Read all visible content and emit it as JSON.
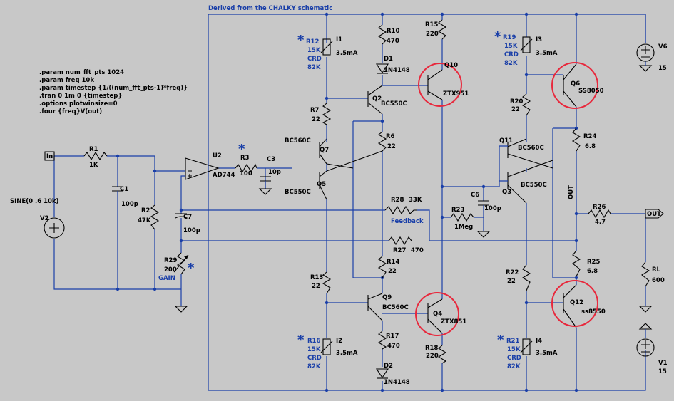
{
  "header": "Derived from the CHALKY schematic",
  "directives": [
    ".param num_fft_pts 1024",
    ".param freq 10k",
    ".param timestep {1/((num_fft_pts-1)*freq)}",
    ".tran 0 1m 0 {timestep}",
    ".options plotwinsize=0",
    ".four {freq}V(out)"
  ],
  "star": "*",
  "ports": {
    "in": "In",
    "out": "OUT",
    "out_net": "OUT"
  },
  "sources": {
    "v2": {
      "name": "V2",
      "value": "SINE(0 .6 10k)"
    },
    "v6": {
      "name": "V6",
      "value": "15"
    },
    "v1": {
      "name": "V1",
      "value": "15"
    }
  },
  "resistors": {
    "r1": {
      "name": "R1",
      "value": "1K"
    },
    "r2": {
      "name": "R2",
      "value": "47K"
    },
    "r3": {
      "name": "R3",
      "value": "100"
    },
    "r29": {
      "name": "R29",
      "value": "200",
      "extra": "GAIN"
    },
    "r7": {
      "name": "R7",
      "value": "22"
    },
    "r10": {
      "name": "R10",
      "value": "470"
    },
    "r6": {
      "name": "R6",
      "value": "22"
    },
    "r13": {
      "name": "R13",
      "value": "22"
    },
    "r14": {
      "name": "R14",
      "value": "22"
    },
    "r17": {
      "name": "R17",
      "value": "470"
    },
    "r15": {
      "name": "R15",
      "value": "220"
    },
    "r18": {
      "name": "R18",
      "value": "220"
    },
    "r28": {
      "name": "R28",
      "value": "33K",
      "extra": "Feedback"
    },
    "r27": {
      "name": "R27",
      "value": "470"
    },
    "r23": {
      "name": "R23",
      "value": "1Meg"
    },
    "r20": {
      "name": "R20",
      "value": "22"
    },
    "r22": {
      "name": "R22",
      "value": "22"
    },
    "r24": {
      "name": "R24",
      "value": "6.8"
    },
    "r25": {
      "name": "R25",
      "value": "6.8"
    },
    "r26": {
      "name": "R26",
      "value": "4.7"
    },
    "rl": {
      "name": "RL",
      "value": "600"
    }
  },
  "crd": {
    "r12": {
      "name": "R12",
      "l1": "15K",
      "l2": "CRD",
      "l3": "82K"
    },
    "r16": {
      "name": "R16",
      "l1": "15K",
      "l2": "CRD",
      "l3": "82K"
    },
    "r19": {
      "name": "R19",
      "l1": "15K",
      "l2": "CRD",
      "l3": "82K"
    },
    "r21": {
      "name": "R21",
      "l1": "15K",
      "l2": "CRD",
      "l3": "82K"
    }
  },
  "current_sources": {
    "i1": {
      "name": "I1",
      "value": "3.5mA"
    },
    "i2": {
      "name": "I2",
      "value": "3.5mA"
    },
    "i3": {
      "name": "I3",
      "value": "3.5mA"
    },
    "i4": {
      "name": "I4",
      "value": "3.5mA"
    }
  },
  "capacitors": {
    "c1": {
      "name": "C1",
      "value": "100p"
    },
    "c3": {
      "name": "C3",
      "value": "10p"
    },
    "c6": {
      "name": "C6",
      "value": "100p"
    },
    "c7": {
      "name": "C7",
      "value": "100µ"
    }
  },
  "diodes": {
    "d1": {
      "name": "D1",
      "value": "1N4148"
    },
    "d2": {
      "name": "D2",
      "value": "1N4148"
    }
  },
  "opamp": {
    "name": "U2",
    "value": "AD744"
  },
  "transistors": {
    "q2": {
      "name": "Q2",
      "value": "BC550C"
    },
    "q7": {
      "name": "Q7",
      "value": "BC560C"
    },
    "q5": {
      "name": "Q5",
      "value": "BC550C"
    },
    "q9": {
      "name": "Q9",
      "value": "BC560C"
    },
    "q10": {
      "name": "Q10",
      "value": "ZTX951"
    },
    "q4": {
      "name": "Q4",
      "value": "ZTX851"
    },
    "q11": {
      "name": "Q11",
      "value": "BC560C"
    },
    "q3": {
      "name": "Q3",
      "value": "BC550C"
    },
    "q6": {
      "name": "Q6",
      "value": "SS8050"
    },
    "q12": {
      "name": "Q12",
      "value": "ss8550"
    }
  },
  "colors": {
    "background": "#c8c8c8",
    "wire": "#1a3fa8",
    "highlight": "#e8283c",
    "text": "#000000"
  }
}
